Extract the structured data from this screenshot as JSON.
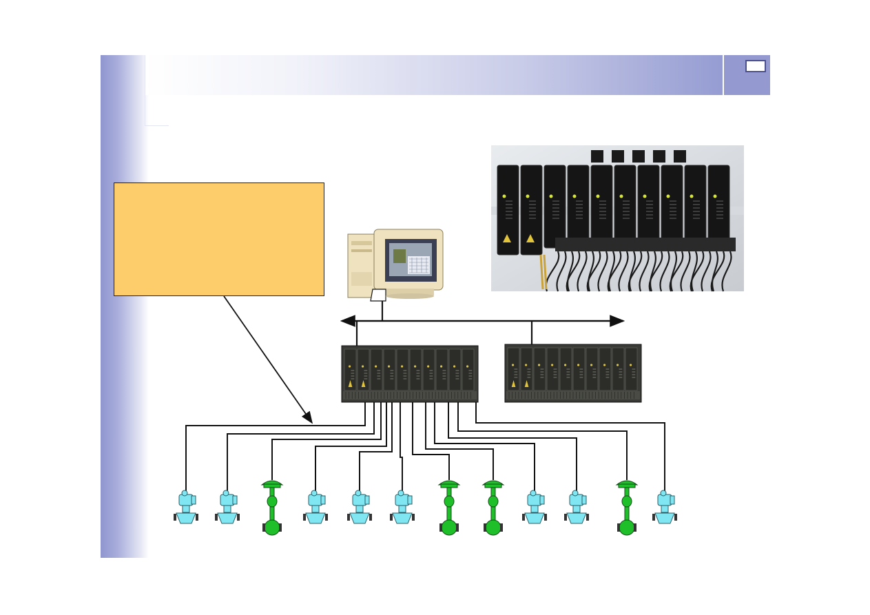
{
  "slide": {
    "colors": {
      "band": "#9499d0",
      "note_fill": "#fdcd6b",
      "transmitter": "#7fe6f2",
      "valve": "#1fbf2a",
      "bus": "#111111"
    }
  },
  "nodes": {
    "workstation": {
      "icon": "computer-workstation-icon"
    },
    "controllers": [
      {
        "icon": "controller-rack-icon",
        "modules": 10
      },
      {
        "icon": "controller-rack-icon",
        "modules": 10
      }
    ],
    "hardware_photo": {
      "icon": "controller-hardware-photo"
    },
    "field_devices": [
      {
        "type": "transmitter"
      },
      {
        "type": "transmitter"
      },
      {
        "type": "valve"
      },
      {
        "type": "transmitter"
      },
      {
        "type": "transmitter"
      },
      {
        "type": "transmitter"
      },
      {
        "type": "valve"
      },
      {
        "type": "valve"
      },
      {
        "type": "transmitter"
      },
      {
        "type": "transmitter"
      },
      {
        "type": "valve"
      },
      {
        "type": "transmitter"
      }
    ]
  }
}
